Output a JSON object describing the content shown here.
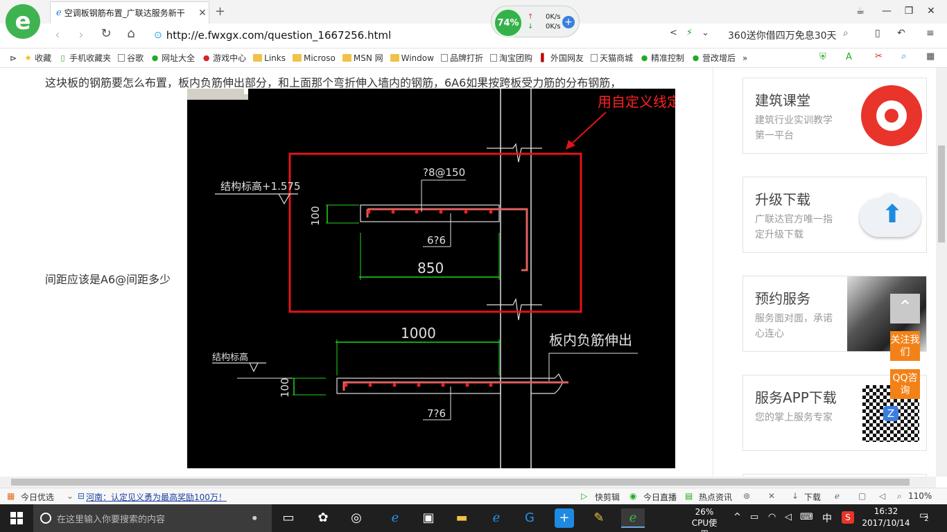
{
  "browser": {
    "tab_title": "空调板钢筋布置_广联达服务新干",
    "address": "http://e.fwxgx.com/question_1667256.html",
    "speed": {
      "percent": "74%",
      "up": "0K/s",
      "down": "0K/s"
    },
    "promo": "360送你借四万免息30天"
  },
  "bookmarks": [
    "收藏",
    "手机收藏夹",
    "谷歌",
    "网址大全",
    "游戏中心",
    "Links",
    "Microso",
    "MSN 网",
    "Window",
    "品牌打折",
    "淘宝团购",
    "外国网友",
    "天猫商城",
    "精准控制",
    "营改增后"
  ],
  "question": {
    "line1": "这块板的钢筋要怎么布置，板内负筋伸出部分，和上面那个弯折伸入墙内的钢筋，6A6如果按跨板受力筋的分布钢筋，",
    "line2": "间距应该是A6@间距多少"
  },
  "cad": {
    "annotation": "用自定义线定义",
    "elev1": "结构标高+1.575",
    "elev2": "结构标高",
    "rebar1": "?8@150",
    "rebar2": "6?6",
    "rebar3": "7?6",
    "dim100a": "100",
    "dim100b": "100",
    "dim850": "850",
    "dim1000": "1000",
    "label_neg": "板内负筋伸出"
  },
  "sidebar": [
    {
      "title": "建筑课堂",
      "sub": "建筑行业实训教学第一平台",
      "icon": "glodon-logo-icon"
    },
    {
      "title": "升级下载",
      "sub": "广联达官方唯一指定升级下载",
      "icon": "cloud-upload-icon"
    },
    {
      "title": "预约服务",
      "sub": "服务面对面，承诺心连心",
      "icon": "handshake-icon"
    },
    {
      "title": "服务APP下载",
      "sub": "您的掌上服务专家",
      "icon": "qr-code-icon"
    }
  ],
  "float": {
    "follow": "关注我们",
    "qq": "QQ咨询"
  },
  "status": {
    "today": "今日优选",
    "news": "河南：认定见义勇为最高奖励100万！",
    "items": [
      "快剪辑",
      "今日直播",
      "热点资讯"
    ],
    "download": "下载",
    "zoom": "110%"
  },
  "taskbar": {
    "search_placeholder": "在这里输入你要搜索的内容",
    "cpu": "26%",
    "cpu_label": "CPU使用",
    "ime": "中",
    "time": "16:32",
    "date": "2017/10/14",
    "notif": "2"
  },
  "colors": {
    "accent": "#3fb34f",
    "cad_red": "#e0141a",
    "cad_green": "#1ed81e",
    "orange": "#f28217"
  }
}
